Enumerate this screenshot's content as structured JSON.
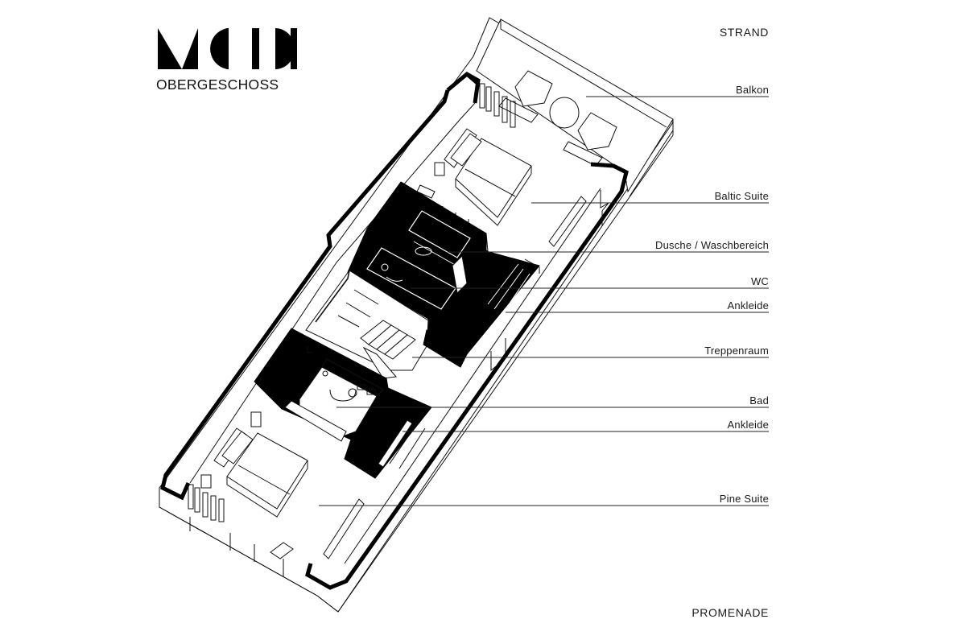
{
  "brand": {
    "logo_letters": "VOID",
    "subtitle": "OBERGESCHOSS"
  },
  "orientation": {
    "top": "STRAND",
    "bottom": "PROMENADE"
  },
  "rooms": [
    {
      "id": "balkon",
      "label": "Balkon"
    },
    {
      "id": "baltic-suite",
      "label": "Baltic Suite"
    },
    {
      "id": "dusche-waschbereich",
      "label": "Dusche / Waschbereich"
    },
    {
      "id": "wc",
      "label": "WC"
    },
    {
      "id": "ankleide-1",
      "label": "Ankleide"
    },
    {
      "id": "treppenraum",
      "label": "Treppenraum"
    },
    {
      "id": "bad",
      "label": "Bad"
    },
    {
      "id": "ankleide-2",
      "label": "Ankleide"
    },
    {
      "id": "pine-suite",
      "label": "Pine Suite"
    }
  ],
  "colors": {
    "ink": "#000000",
    "paper": "#ffffff"
  }
}
